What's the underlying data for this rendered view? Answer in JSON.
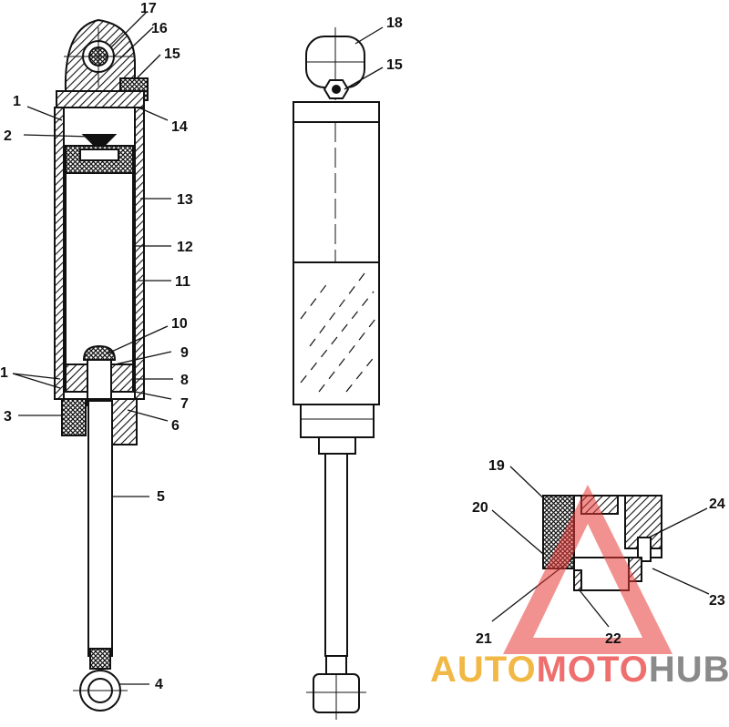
{
  "callouts": {
    "c1a": "1",
    "c2": "2",
    "c3": "3",
    "c4": "4",
    "c5": "5",
    "c6": "6",
    "c7": "7",
    "c8": "8",
    "c9": "9",
    "c10": "10",
    "c11": "11",
    "c12": "12",
    "c13": "13",
    "c14": "14",
    "c15a": "15",
    "c16": "16",
    "c17": "17",
    "c1b": "1",
    "c18": "18",
    "c15b": "15",
    "c19": "19",
    "c20": "20",
    "c21": "21",
    "c22": "22",
    "c23": "23",
    "c24": "24"
  },
  "watermark": {
    "part1": "AUTO",
    "part2": "MOTO",
    "part3": "HUB",
    "colors": {
      "auto": "#f2b845",
      "moto": "#ef6f6f",
      "hub": "#8a8a8a",
      "triangle": "#e53935"
    }
  }
}
